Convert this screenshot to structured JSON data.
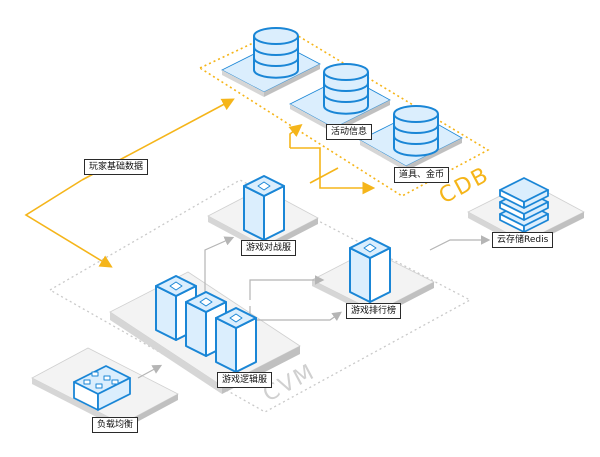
{
  "diagram": {
    "nodes": {
      "load_balancer": "负载均衡",
      "game_logic": "游戏逻辑服",
      "game_battle": "游戏对战服",
      "game_ranking": "游戏排行榜",
      "cloud_redis": "云存储Redis",
      "activity_info": "活动信息",
      "items_gold": "道具、金币"
    },
    "edge_labels": {
      "player_data": "玩家基础数据"
    },
    "regions": {
      "cdb": "CDB",
      "cvm": "CVM"
    },
    "colors": {
      "accent_blue": "#1a86d6",
      "light_blue_fill": "#dbeefd",
      "arrow_yellow": "#f5b51a",
      "platform_top": "#f3f3f3",
      "platform_left": "#d6d6d6",
      "platform_right": "#c0c0c0",
      "cvm_region_gray": "#c9c9c9"
    }
  }
}
